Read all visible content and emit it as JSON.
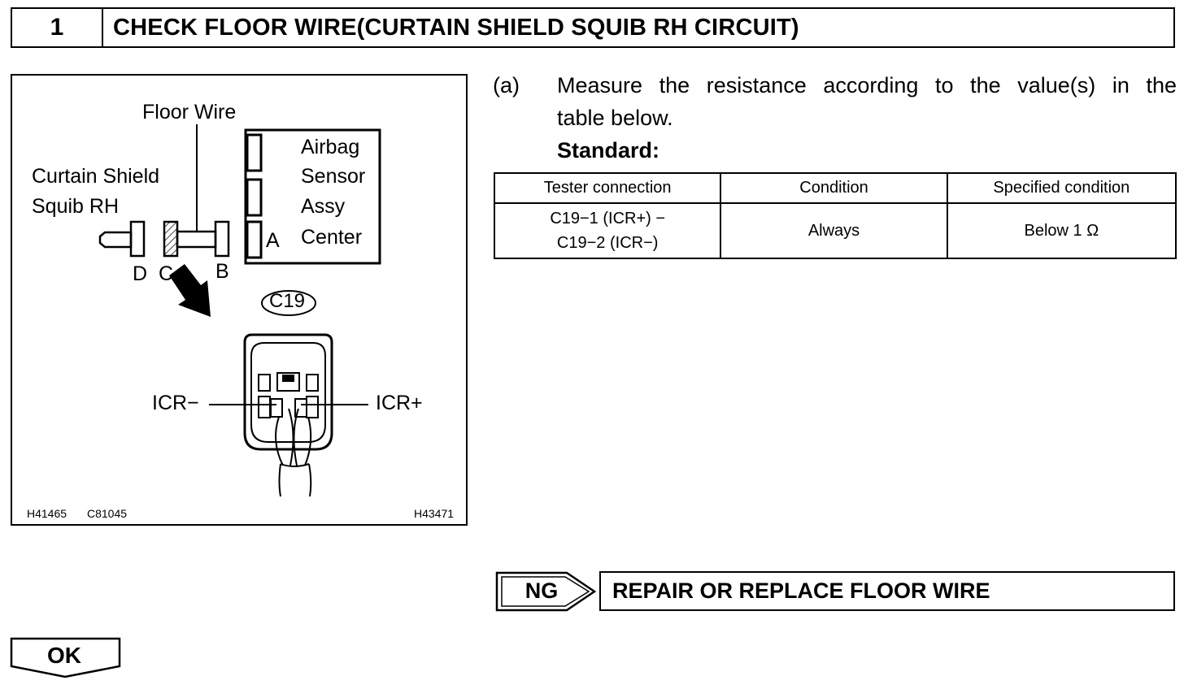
{
  "step": {
    "number": "1",
    "title": "CHECK FLOOR WIRE(CURTAIN SHIELD SQUIB RH CIRCUIT)"
  },
  "figure": {
    "floor_wire_label": "Floor Wire",
    "curtain_label_line1": "Curtain Shield",
    "curtain_label_line2": "Squib RH",
    "airbag_line1": "Airbag",
    "airbag_line2": "Sensor",
    "airbag_line3": "Assy",
    "airbag_line4": "Center",
    "connector_a": "A",
    "connector_b": "B",
    "connector_c": "C",
    "connector_d": "D",
    "connector_code": "C19",
    "pin_minus": "ICR−",
    "pin_plus": "ICR+",
    "code_left1": "H41465",
    "code_left2": "C81045",
    "code_right": "H43471"
  },
  "instructions": {
    "marker": "(a)",
    "line1": "Measure the resistance according to the value(s) in the",
    "line2": "table below.",
    "standard_label": "Standard:"
  },
  "table": {
    "headers": [
      "Tester connection",
      "Condition",
      "Specified condition"
    ],
    "row": {
      "tester_line1": "C19−1 (ICR+) −",
      "tester_line2": "C19−2 (ICR−)",
      "condition": "Always",
      "specified": "Below 1 Ω"
    }
  },
  "results": {
    "ng_label": "NG",
    "ng_action": "REPAIR OR REPLACE FLOOR WIRE",
    "ok_label": "OK"
  }
}
